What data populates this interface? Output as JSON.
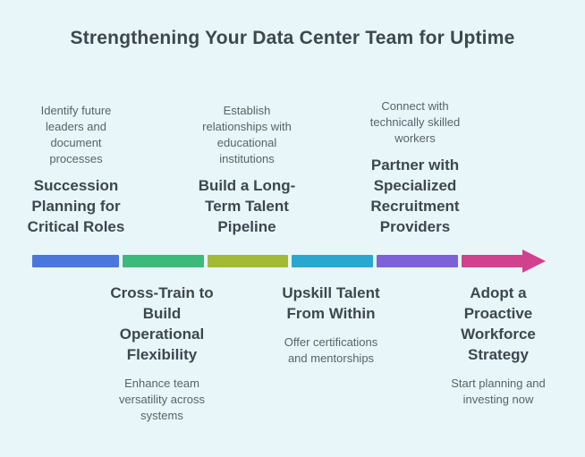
{
  "title": "Strengthening Your Data Center Team for Uptime",
  "colors": {
    "background": "#e8f6f9",
    "heading_text": "#3d474e",
    "detail_text": "#58626a",
    "segment_1": "#4b77dd",
    "segment_2": "#3cba7b",
    "segment_3": "#a3ba35",
    "segment_4": "#28a8d0",
    "segment_5": "#7c61d9",
    "segment_6": "#d2418d",
    "arrow_head": "#d2418d"
  },
  "steps": [
    {
      "order": 1,
      "row": "top",
      "detail": [
        "Identify future",
        "leaders and",
        "document",
        "processes"
      ],
      "heading": [
        "Succession",
        "Planning for",
        "Critical Roles"
      ]
    },
    {
      "order": 2,
      "row": "bottom",
      "heading": [
        "Cross-Train to",
        "Build",
        "Operational",
        "Flexibility"
      ],
      "detail": [
        "Enhance team",
        "versatility across",
        "systems"
      ]
    },
    {
      "order": 3,
      "row": "top",
      "detail": [
        "Establish",
        "relationships with",
        "educational",
        "institutions"
      ],
      "heading": [
        "Build a Long-",
        "Term Talent",
        "Pipeline"
      ]
    },
    {
      "order": 4,
      "row": "bottom",
      "heading": [
        "Upskill Talent",
        "From Within"
      ],
      "detail": [
        "Offer certifications",
        "and mentorships"
      ]
    },
    {
      "order": 5,
      "row": "top",
      "detail": [
        "Connect with",
        "technically skilled",
        "workers"
      ],
      "heading": [
        "Partner with",
        "Specialized",
        "Recruitment",
        "Providers"
      ]
    },
    {
      "order": 6,
      "row": "bottom",
      "heading": [
        "Adopt a",
        "Proactive",
        "Workforce",
        "Strategy"
      ],
      "detail": [
        "Start planning and",
        "investing now"
      ]
    }
  ]
}
